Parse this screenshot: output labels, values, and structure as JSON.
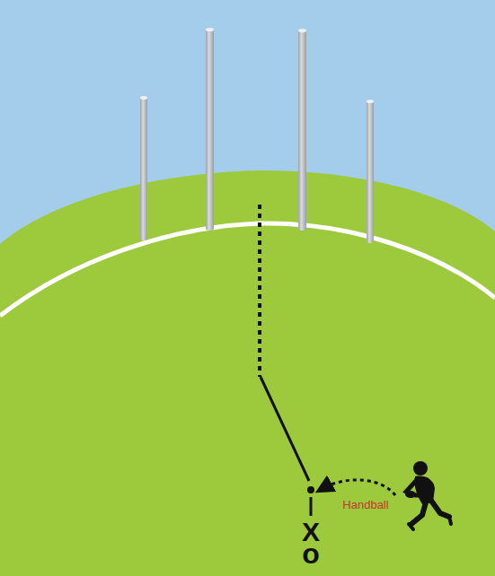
{
  "diagram": {
    "labels": [
      "Handball",
      "X",
      "o"
    ]
  }
}
